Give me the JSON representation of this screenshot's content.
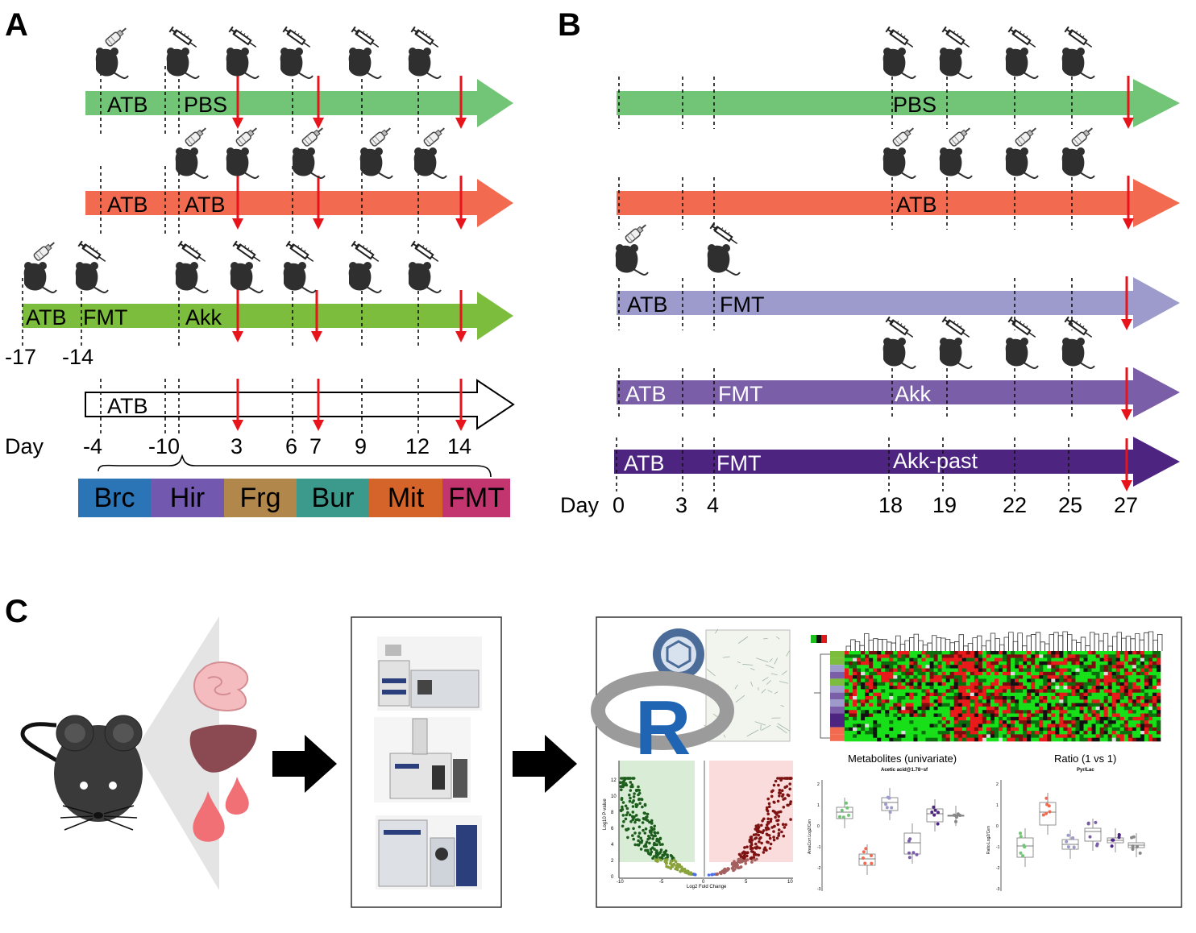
{
  "panels": {
    "a": "A",
    "b": "B",
    "c": "C"
  },
  "colors": {
    "green": "#72c476",
    "salmon": "#f26a4f",
    "grass": "#7cbd3d",
    "lavender": "#9d9bcb",
    "violet": "#7a5fa8",
    "indigo": "#4d2480",
    "red_arrow": "#e8141b",
    "brc": "#2b74b6",
    "hir": "#7358b0",
    "frg": "#b2874c",
    "bur": "#3c9a8c",
    "mit": "#d4642a",
    "fmt_box": "#c2356f"
  },
  "panel_a": {
    "rows": [
      {
        "id": "pbs",
        "labels": [
          "ATB",
          "PBS"
        ]
      },
      {
        "id": "atb",
        "labels": [
          "ATB",
          "ATB"
        ]
      },
      {
        "id": "akk",
        "labels": [
          "ATB",
          "FMT",
          "Akk"
        ]
      },
      {
        "id": "ctrl",
        "labels": [
          "ATB"
        ]
      }
    ],
    "early_days": [
      "-17",
      "-14"
    ],
    "day_label": "Day",
    "days": [
      "-4",
      "-10",
      "3",
      "6",
      "7",
      "9",
      "12",
      "14"
    ],
    "tissues": [
      "Brc",
      "Hir",
      "Frg",
      "Bur",
      "Mit",
      "FMT"
    ]
  },
  "panel_b": {
    "rows": [
      {
        "id": "pbs",
        "labels": [
          "PBS"
        ]
      },
      {
        "id": "atb",
        "labels": [
          "ATB"
        ]
      },
      {
        "id": "fmt",
        "labels": [
          "ATB",
          "FMT"
        ]
      },
      {
        "id": "akk",
        "labels": [
          "ATB",
          "FMT",
          "Akk"
        ]
      },
      {
        "id": "akkpast",
        "labels": [
          "ATB",
          "FMT",
          "Akk-past"
        ]
      }
    ],
    "day_label": "Day",
    "days": [
      "0",
      "3",
      "4",
      "18",
      "19",
      "22",
      "25",
      "27"
    ]
  },
  "panel_c": {
    "r_logo": "R",
    "metabolites_title": "Metabolites (univariate)",
    "metabolites_subtitle": "Acetic acid@1.78~sf",
    "metabolites_ylabel": "AreaCorr.Log2/Cen",
    "ratio_title": "Ratio (1 vs 1)",
    "ratio_subtitle": "Pyr/Lac",
    "ratio_ylabel": "Ratio.Log2/Cen",
    "volcano_xlabel": "Log2 Fold Change",
    "volcano_ylabel": "Log10 P-value",
    "volcano_xticks": [
      "-10",
      "-5",
      "0",
      "5",
      "10"
    ],
    "volcano_yticks": [
      "0",
      "2",
      "4",
      "6",
      "8",
      "10",
      "12"
    ],
    "box_yticks": [
      "2",
      "1",
      "0",
      "-1",
      "-2",
      "-3"
    ]
  }
}
